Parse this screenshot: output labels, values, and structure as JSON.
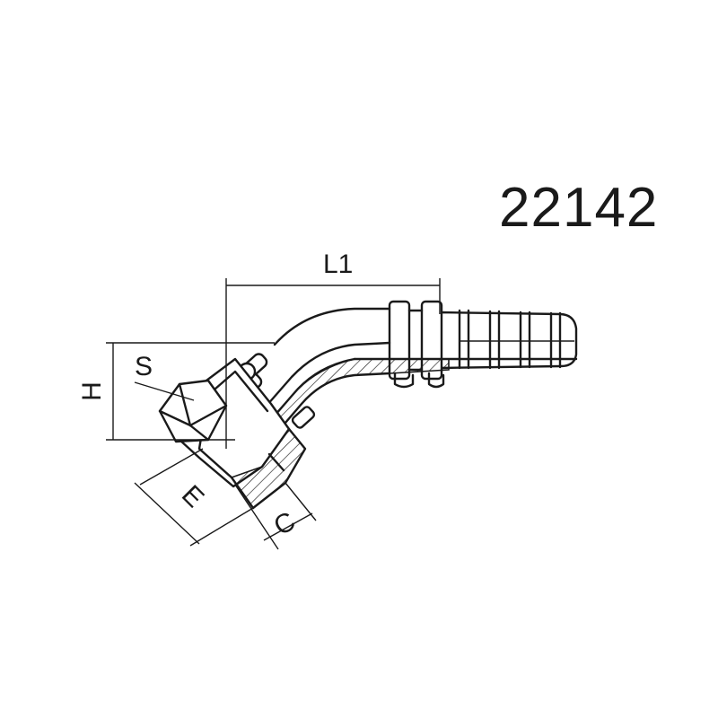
{
  "part_code": "22142",
  "dimensions": {
    "l1": "L1",
    "h": "H",
    "s": "S",
    "e": "E",
    "c": "C"
  }
}
